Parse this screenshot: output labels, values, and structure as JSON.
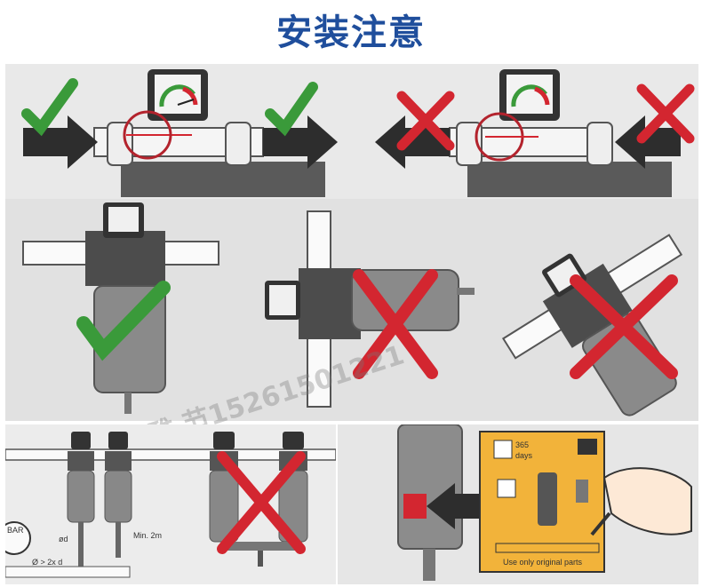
{
  "title": "安装注意",
  "watermark": "雅 节15261501221",
  "gauge_label": "BAR",
  "diagram_labels": {
    "od": "ød",
    "min_distance": "Min. 2m",
    "diameter_rule": "Ø > 2x d"
  },
  "service_card": {
    "days": "365",
    "days_unit": "days",
    "footer": "Use only original parts"
  },
  "colors": {
    "check": "#3a9a3a",
    "cross": "#d32630",
    "arrow": "#2d2d2d",
    "title": "#1f4e9c",
    "card": "#f2b33a"
  }
}
